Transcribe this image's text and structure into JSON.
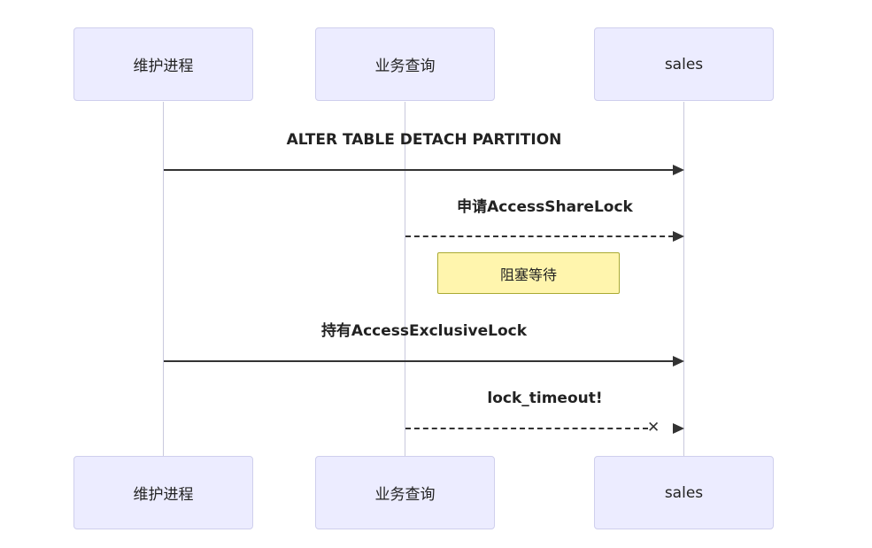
{
  "diagram": {
    "type": "sequence-diagram",
    "actors": [
      {
        "id": "maintenance-process",
        "label": "维护进程"
      },
      {
        "id": "business-query",
        "label": "业务查询"
      },
      {
        "id": "sales",
        "label": "sales"
      }
    ],
    "messages": [
      {
        "label": "ALTER TABLE DETACH PARTITION",
        "from": "维护进程",
        "to": "sales",
        "line": "solid"
      },
      {
        "label": "申请AccessShareLock",
        "from": "业务查询",
        "to": "sales",
        "line": "dashed"
      },
      {
        "label": "持有AccessExclusiveLock",
        "from": "维护进程",
        "to": "sales",
        "line": "solid"
      },
      {
        "label": "lock_timeout!",
        "from": "业务查询",
        "to": "sales",
        "line": "dashed-cross"
      }
    ],
    "note": {
      "label": "阻塞等待",
      "position": "between 业务查询 and sales"
    },
    "colors": {
      "actor_fill": "#ECECFF",
      "actor_border": "#CFCFED",
      "note_fill": "#FFF5AD",
      "note_border": "#AAAA33",
      "lifeline": "#C9C9DD",
      "arrow": "#333333",
      "text": "#222222",
      "background": "#FFFFFF"
    }
  }
}
